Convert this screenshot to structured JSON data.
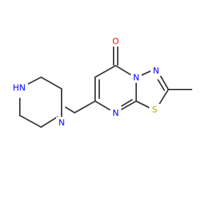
{
  "molecule": {
    "atoms": {
      "oxygen": {
        "label": "O",
        "color": "#ff0000"
      },
      "ring_n_bridge": {
        "label": "N",
        "color": "#0000ff"
      },
      "thiadiazole_n": {
        "label": "N",
        "color": "#0000ff"
      },
      "sulfur": {
        "label": "S",
        "color": "#b3b300"
      },
      "pyrimidine_n": {
        "label": "N",
        "color": "#0000ff"
      },
      "piperazine_n_linked": {
        "label": "N",
        "color": "#0000ff"
      },
      "piperazine_nh": {
        "label": "HN",
        "color": "#0000ff"
      }
    },
    "bond_color": "#3f3f3f"
  }
}
